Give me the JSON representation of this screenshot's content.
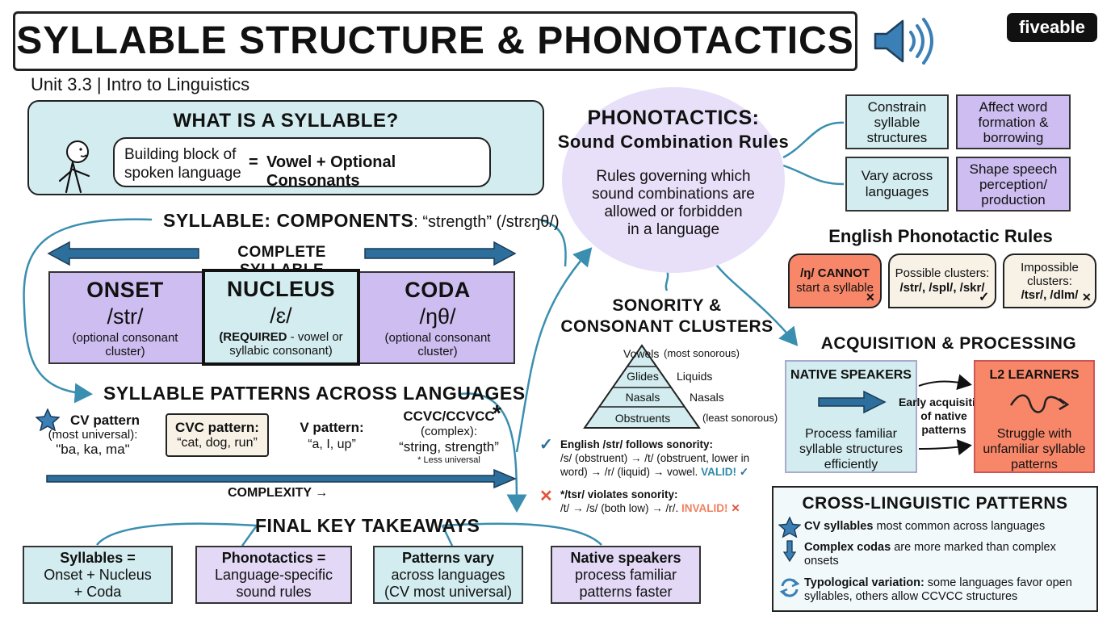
{
  "header": {
    "title": "SYLLABLE STRUCTURE & PHONOTACTICS",
    "subtitle": "Unit 3.3 | Intro to Linguistics",
    "logo": "fiveable",
    "speaker_icon": "speaker-icon"
  },
  "what_is": {
    "heading": "WHAT IS A SYLLABLE?",
    "definition": [
      "Building block of",
      "spoken language"
    ],
    "equals": "=",
    "formula": "Vowel + Optional Consonants"
  },
  "components": {
    "heading": "SYLLABLE: COMPONENTS",
    "example": ": “strength” (/strɛŋθ/)",
    "complete_label": "COMPLETE SYLLABLE",
    "parts": [
      {
        "name": "ONSET",
        "ipa": "/str/",
        "desc": [
          "(optional consonant",
          "cluster)"
        ]
      },
      {
        "name": "NUCLEUS",
        "ipa": "/ɛ/",
        "desc_bold": "(REQUIRED",
        "desc": [
          " - vowel or",
          "syllabic consonant)"
        ]
      },
      {
        "name": "CODA",
        "ipa": "/ŋθ/",
        "desc": [
          "(optional consonant",
          "cluster)"
        ]
      }
    ]
  },
  "patterns": {
    "heading": "SYLLABLE PATTERNS ACROSS LANGUAGES",
    "items": [
      {
        "title": "CV pattern",
        "lines": [
          "(most universal):",
          "\"ba, ka, ma\""
        ]
      },
      {
        "title": "CVC pattern:",
        "lines": [
          "“cat, dog, run”"
        ]
      },
      {
        "title": "V pattern:",
        "lines": [
          "“a, I, up”"
        ]
      },
      {
        "title": "CCVC/CCVCC",
        "lines": [
          "(complex):",
          "“string, strength”"
        ],
        "note": "* Less universal"
      }
    ],
    "complexity": "COMPLEXITY →"
  },
  "takeaways": {
    "heading": "FINAL KEY TAKEAWAYS",
    "items": [
      {
        "title": "Syllables =",
        "lines": [
          "Onset + Nucleus",
          "+ Coda"
        ]
      },
      {
        "title": "Phonotactics =",
        "lines": [
          "Language-specific",
          "sound rules"
        ]
      },
      {
        "title": "Patterns vary",
        "lines": [
          "across languages",
          "(CV most universal)"
        ]
      },
      {
        "title": "Native speakers",
        "lines": [
          "process familiar",
          "patterns faster"
        ]
      }
    ]
  },
  "phonotactics": {
    "title": "PHONOTACTICS:",
    "subtitle": "Sound Combination Rules",
    "desc": [
      "Rules governing which",
      "sound combinations are",
      "allowed or forbidden",
      "in a language"
    ],
    "effects": [
      [
        "Constrain",
        "syllable",
        "structures"
      ],
      [
        "Affect word",
        "formation &",
        "borrowing"
      ],
      [
        "Vary across",
        "languages"
      ],
      [
        "Shape speech",
        "perception/",
        "production"
      ]
    ]
  },
  "english_rules": {
    "heading": "English Phonotactic Rules",
    "bubbles": [
      {
        "title": "/ŋ/ CANNOT",
        "line": "start a syllable",
        "mark": "✕"
      },
      {
        "title": "Possible clusters:",
        "line": "/str/, /spl/, /skr/",
        "mark": "✓"
      },
      {
        "title": "Impossible",
        "line2": "clusters:",
        "line": "/tsr/, /dlm/",
        "mark": "✕"
      }
    ]
  },
  "sonority": {
    "heading": [
      "SONORITY &",
      "CONSONANT CLUSTERS"
    ],
    "levels": [
      "Vowels",
      "Glides",
      "Nasals",
      "Obstruents"
    ],
    "right_labels": [
      "(most sonorous)",
      "Liquids",
      "Nasals",
      "(least sonorous)"
    ],
    "valid": {
      "title": "English /str/ follows sonority:",
      "lines": [
        "/s/ (obstruent) → /t/ (obstruent, lower in",
        "word) → /r/ (liquid) → vowel."
      ],
      "verdict": "VALID!"
    },
    "invalid": {
      "title": "*/tsr/ violates sonority:",
      "line": "/t/ → /s/ (both low) → /r/.",
      "verdict": "INVALID!"
    }
  },
  "acquisition": {
    "heading": "ACQUISITION & PROCESSING",
    "native": {
      "title": "NATIVE SPEAKERS",
      "lines": [
        "Process familiar",
        "syllable structures",
        "efficiently"
      ]
    },
    "middle": [
      "Early acquisition",
      "of native",
      "patterns"
    ],
    "l2": {
      "title": "L2 LEARNERS",
      "lines": [
        "Struggle with",
        "unfamiliar syllable",
        "patterns"
      ]
    }
  },
  "cross": {
    "heading": "CROSS-LINGUISTIC PATTERNS",
    "items": [
      {
        "bold": "CV syllables",
        "rest": " most common across languages",
        "icon": "star-icon"
      },
      {
        "bold": "Complex codas",
        "rest": " are more marked than complex onsets",
        "icon": "down-arrow-icon"
      },
      {
        "bold": "Typological variation:",
        "rest": " some languages favor open syllables, others allow CCVCC structures",
        "icon": "cycle-icon"
      }
    ]
  },
  "colors": {
    "teal": "#d2ecef",
    "lavender": "#e3d9f6",
    "purple": "#cdbdf0",
    "orange": "#f8876a",
    "arrow_blue": "#2d6f9c",
    "connector": "#3a8fb0"
  }
}
